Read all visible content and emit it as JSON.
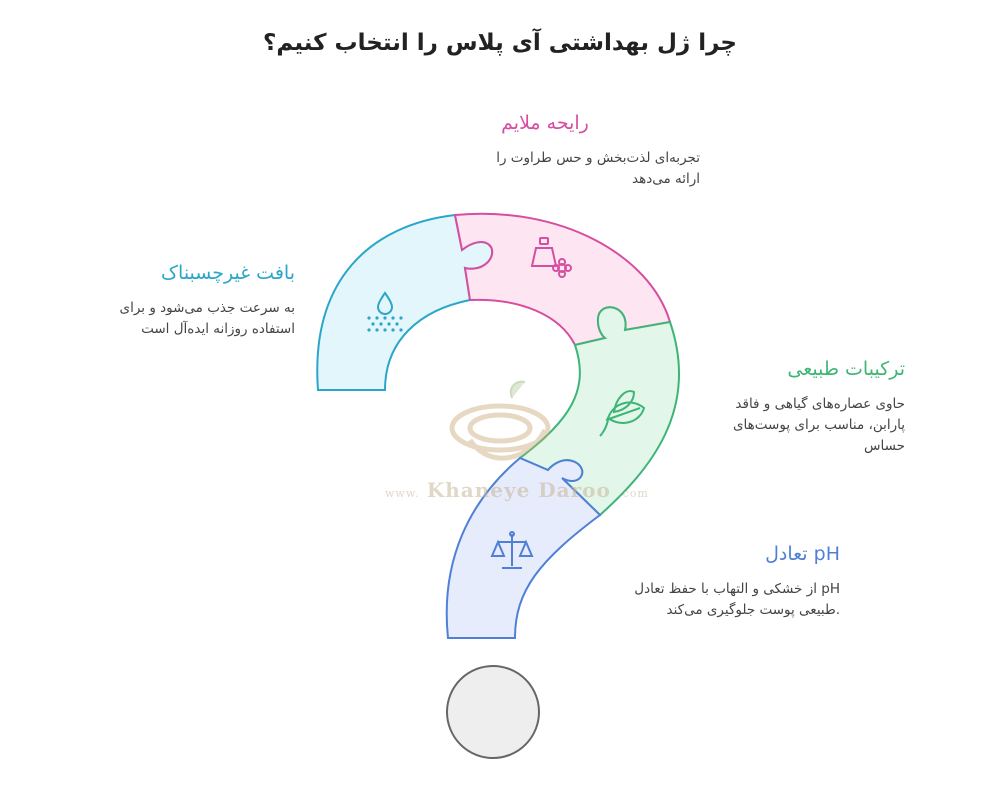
{
  "title": "چرا ژل بهداشتی آی پلاس را انتخاب کنیم؟",
  "features": [
    {
      "heading": "رایحه ملایم",
      "description_lines": [
        "تجربه‌ای لذت‌بخش و حس طراوت را",
        "ارائه می‌دهد"
      ],
      "icon": "perfume-flower-icon",
      "color": "#d64ea0",
      "fill": "#fde5f2"
    },
    {
      "heading": "بافت غیرچسبناک",
      "description_lines": [
        "به سرعت جذب می‌شود و برای",
        "استفاده روزانه ایده‌آل است"
      ],
      "icon": "water-drop-spray-icon",
      "color": "#2aa6c9",
      "fill": "#e3f6fb"
    },
    {
      "heading": "ترکیبات طبیعی",
      "description_lines": [
        "حاوی عصاره‌های گیاهی و فاقد",
        "پارابن، مناسب برای پوست‌های",
        "حساس"
      ],
      "icon": "leaves-icon",
      "color": "#3fb477",
      "fill": "#e2f7ea"
    },
    {
      "heading": "pH تعادل",
      "description_lines": [
        "pH از خشکی و التهاب با حفظ تعادل",
        ".طبیعی پوست جلوگیری می‌کند"
      ],
      "icon": "balance-scale-icon",
      "color": "#4f7fd6",
      "fill": "#e6ecfb"
    }
  ],
  "watermark": {
    "text": "Khaneye Daroo",
    "prefix": "www.",
    "suffix": ".com"
  }
}
